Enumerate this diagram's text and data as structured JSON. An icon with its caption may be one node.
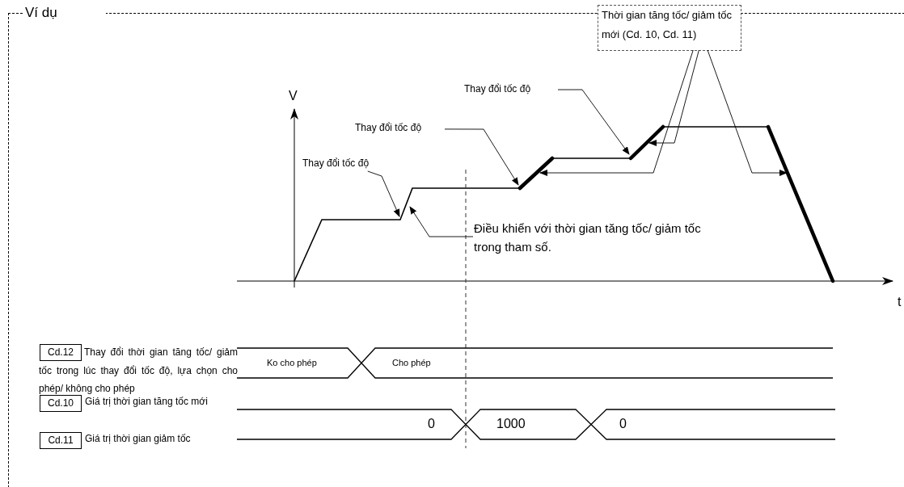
{
  "diagram": {
    "nodes": [
      {
        "text": [
          "Ví dụ"
        ]
      },
      {
        "text": [
          "Thời gian tăng tốc/ giảm tốc mới (Cd. 10, Cd. 11)"
        ],
        "in": 0
      },
      {
        "text": [
          "Thay đổi tốc độ"
        ],
        "in": 0
      },
      {
        "text": [
          "Thay đổi tốc độ"
        ],
        "in": 0
      },
      {
        "text": [
          "Thay đổi tốc độ"
        ],
        "in": 0
      },
      {
        "text": [
          "Điều khiển với thời gian tăng tốc/ giảm tốc trong tham số."
        ],
        "in": 0
      },
      {
        "text": [
          "Cd.12"
        ],
        "in": 0
      },
      {
        "text": [
          "Cd.10"
        ],
        "in": 0
      },
      {
        "text": [
          "Cd.11"
        ],
        "in": 0
      }
    ],
    "edges": [
      {
        "from": 1,
        "to": null,
        "arrow": "to"
      },
      {
        "from": 1,
        "to": null,
        "arrow": "to"
      },
      {
        "from": 1,
        "to": null,
        "arrow": "to"
      },
      {
        "from": 2,
        "to": null,
        "arrow": "to"
      },
      {
        "from": 3,
        "to": null,
        "arrow": "to"
      },
      {
        "from": 4,
        "to": null,
        "arrow": "to"
      },
      {
        "from": 5,
        "to": null,
        "arrow": "to"
      }
    ],
    "labels": [
      "V",
      "t",
      "Thay đổi thời gian tăng tốc/ giảm tốc trong lúc thay đổi tốc độ, lựa chọn cho phép/ không cho phép",
      "Ko cho phép",
      "Cho phép",
      "Giá trị thời gian tăng tốc mới",
      "0",
      "1000",
      "0",
      "Giá trị thời gian giảm tốc"
    ]
  }
}
